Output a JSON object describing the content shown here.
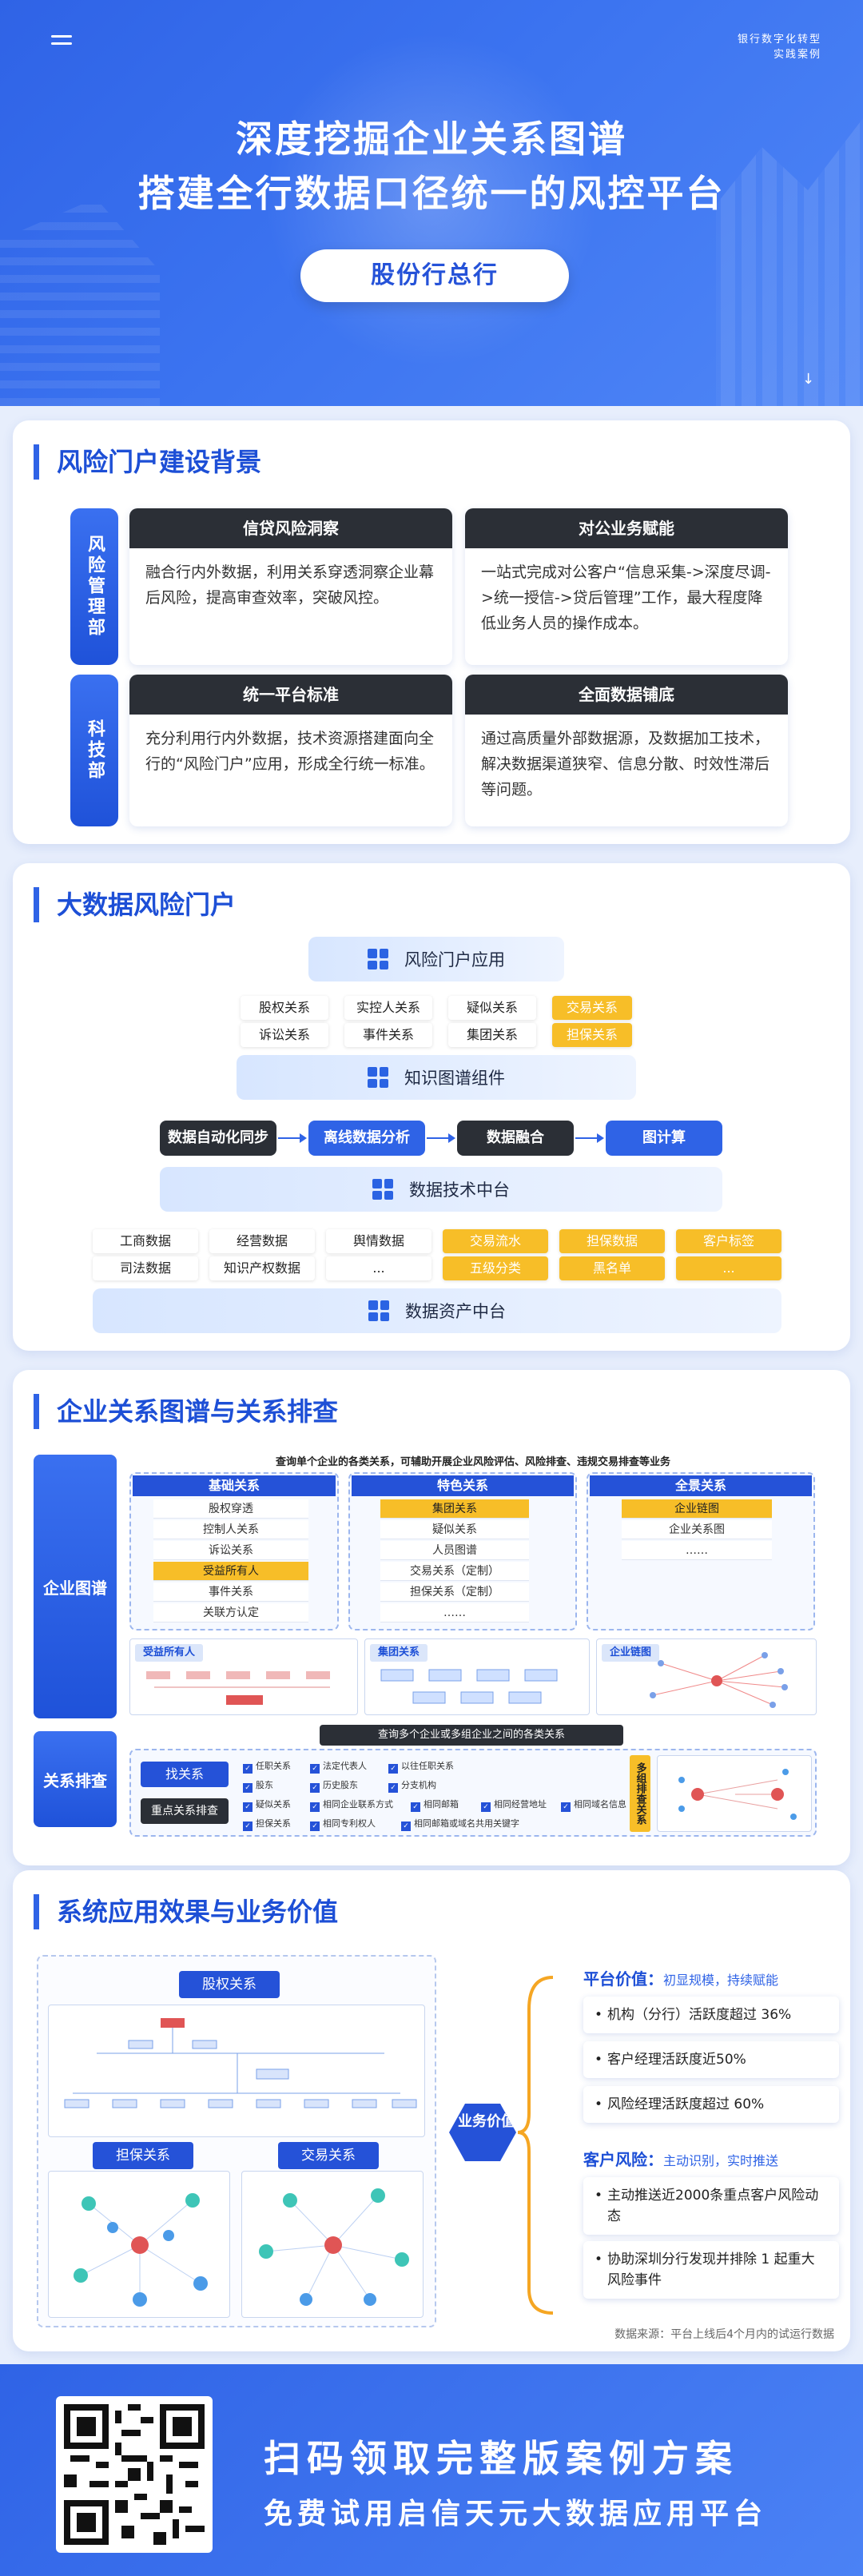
{
  "hero": {
    "tag_line1": "银行数字化转型",
    "tag_line2": "实践案例",
    "title_line1": "深度挖掘企业关系图谱",
    "title_line2": "搭建全行数据口径统一的风控平台",
    "bank": "股份行总行"
  },
  "s1": {
    "title": "风险门户建设背景",
    "side1": "风险管理部",
    "side2": "科技部",
    "boxes": [
      {
        "h": "信贷风险洞察",
        "t": "融合行内外数据，利用关系穿透洞察企业幕后风险，提高审查效率，突破风控。"
      },
      {
        "h": "对公业务赋能",
        "t": "一站式完成对公客户“信息采集->深度尽调->统一授信->贷后管理”工作，最大程度降低业务人员的操作成本。"
      },
      {
        "h": "统一平台标准",
        "t": "充分利用行内外数据，技术资源搭建面向全行的“风险门户”应用，形成全行统一标准。"
      },
      {
        "h": "全面数据铺底",
        "t": "通过高质量外部数据源，及数据加工技术，解决数据渠道狭窄、信息分散、时效性滞后等问题。"
      }
    ]
  },
  "s2": {
    "title": "大数据风险门户",
    "tier1": "风险门户应用",
    "tier2": "知识图谱组件",
    "tier3": "数据技术中台",
    "tier4": "数据资产中台",
    "app_chips": [
      "股权关系",
      "实控人关系",
      "疑似关系",
      "交易关系",
      "诉讼关系",
      "事件关系",
      "集团关系",
      "担保关系"
    ],
    "flow": [
      "数据自动化同步",
      "离线数据分析",
      "数据融合",
      "图计算"
    ],
    "asset_chips": [
      "工商数据",
      "经营数据",
      "舆情数据",
      "交易流水",
      "担保数据",
      "客户标签",
      "司法数据",
      "知识产权数据",
      "...",
      "五级分类",
      "黑名单",
      "..."
    ]
  },
  "s3": {
    "title": "企业关系图谱与关系排查",
    "left1": "企业图谱",
    "left2": "关系排查",
    "note1": "查询单个企业的各类关系，可辅助开展企业风险评估、风险排查、违规交易排查等业务",
    "cols": [
      {
        "h": "基础关系",
        "items": [
          "股权穿透",
          "控制人关系",
          "诉讼关系",
          "受益所有人",
          "事件关系",
          "关联方认定"
        ]
      },
      {
        "h": "特色关系",
        "items": [
          "集团关系",
          "疑似关系",
          "人员图谱",
          "交易关系（定制）",
          "担保关系（定制）",
          "……"
        ]
      },
      {
        "h": "全景关系",
        "items": [
          "企业链图",
          "企业关系图",
          "……"
        ]
      }
    ],
    "thumbs": [
      "受益所有人",
      "集团关系",
      "企业链图"
    ],
    "note2": "查询多个企业或多组企业之间的各类关系",
    "btn1": "找关系",
    "btn2": "重点关系排查",
    "checks": [
      "任职关系",
      "法定代表人",
      "以往任职关系",
      "股东",
      "历史股东",
      "分支机构",
      "疑似关系",
      "相同企业联系方式",
      "相同邮箱",
      "相同经营地址",
      "相同域名信息",
      "担保关系",
      "相同专利权人",
      "相同邮箱或域名共用关键字"
    ],
    "multi": "多组排查关系"
  },
  "s4": {
    "title": "系统应用效果与业务价值",
    "g1": "股权关系",
    "g2": "担保关系",
    "g3": "交易关系",
    "center": "业务价值",
    "v1_label": "平台价值：",
    "v1_sub": "初显规模，持续赋能",
    "v1_items": [
      "机构（分行）活跃度超过 36%",
      "客户经理活跃度近50%",
      "风险经理活跃度超过 60%"
    ],
    "v2_label": "客户风险：",
    "v2_sub": "主动识别，实时推送",
    "v2_items": [
      "主动推送近2000条重点客户风险动态",
      "协助深圳分行发现并排除 1 起重大风险事件"
    ],
    "source": "数据来源：平台上线后4个月内的试运行数据"
  },
  "footer": {
    "line1": "扫码领取完整版案例方案",
    "line2": "免费试用启信天元大数据应用平台"
  },
  "colors": {
    "primary": "#2f63e6",
    "dark": "#2b2f36",
    "yellow": "#f7be28"
  }
}
